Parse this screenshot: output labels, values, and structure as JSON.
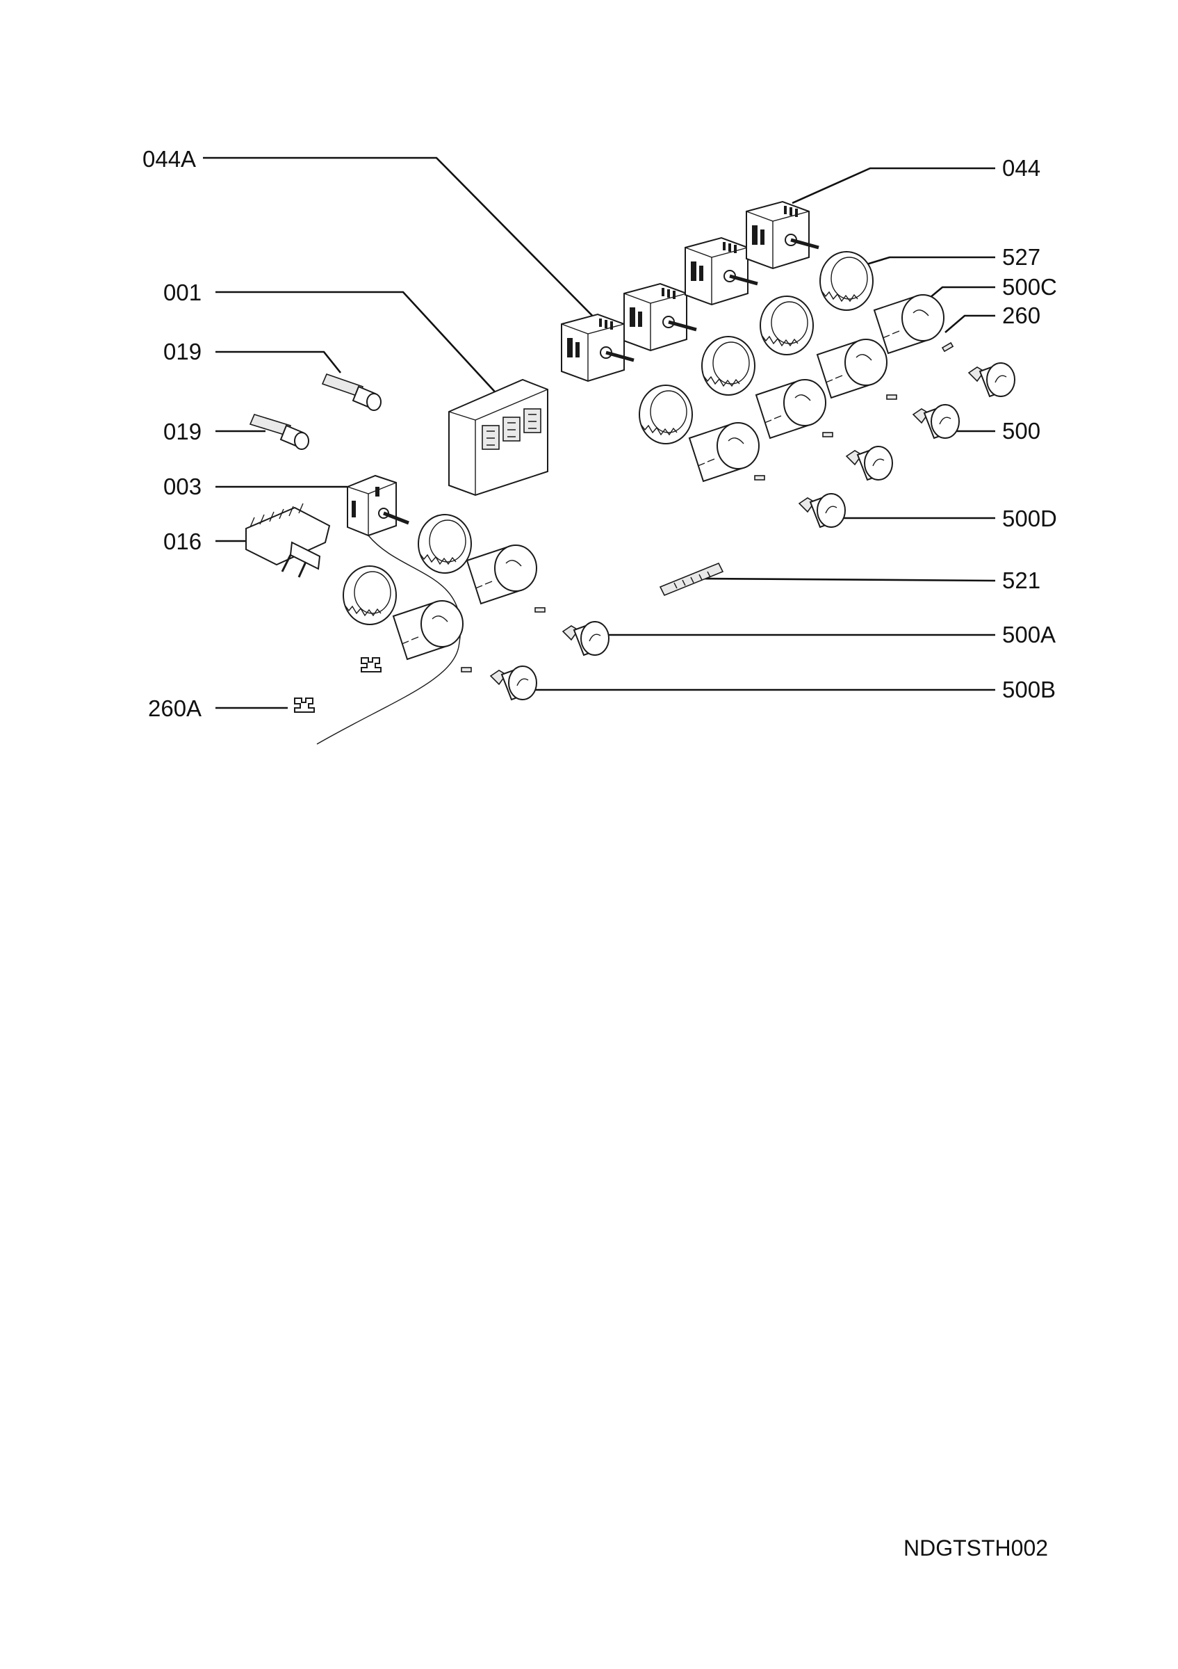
{
  "labels": {
    "l044A": "044A",
    "l044": "044",
    "l527": "527",
    "l500C": "500C",
    "l260": "260",
    "l001": "001",
    "l019a": "019",
    "l019b": "019",
    "l500": "500",
    "l003": "003",
    "l500D": "500D",
    "l016": "016",
    "l521": "521",
    "l500A": "500A",
    "l500B": "500B",
    "l260A": "260A"
  },
  "document_code": "NDGTSTH002"
}
